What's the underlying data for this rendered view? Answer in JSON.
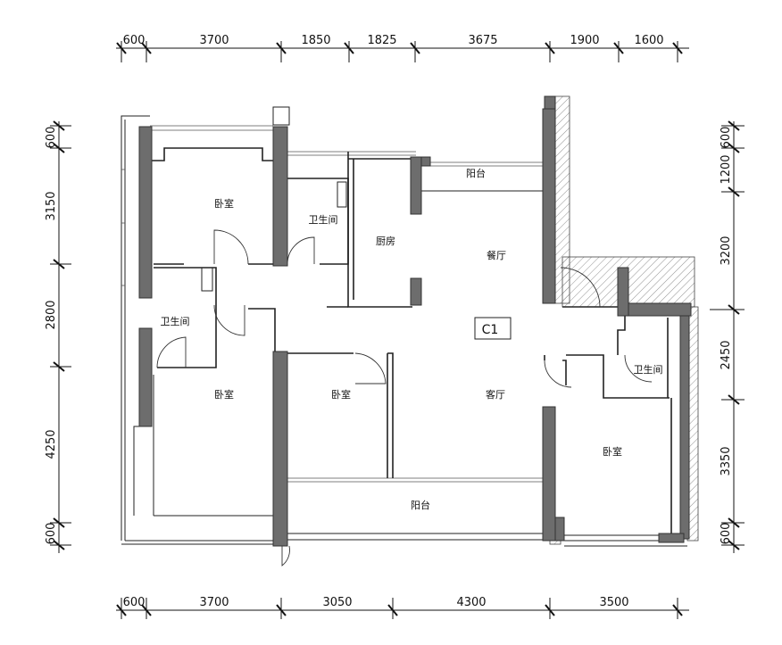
{
  "dimensions": {
    "top": [
      "600",
      "3700",
      "1850",
      "1825",
      "3675",
      "1900",
      "1600"
    ],
    "bottom": [
      "600",
      "3700",
      "3050",
      "4300",
      "3500"
    ],
    "left": [
      "600",
      "3150",
      "2800",
      "4250",
      "600"
    ],
    "right": [
      "600",
      "1200",
      "3200",
      "2450",
      "3350",
      "600"
    ]
  },
  "rooms": {
    "bedroom_nw": "卧室",
    "bathroom_n": "卫生间",
    "kitchen": "厨房",
    "balcony_n": "阳台",
    "dining": "餐厅",
    "bathroom_w": "卫生间",
    "bedroom_sw": "卧室",
    "bedroom_s": "卧室",
    "living": "客厅",
    "bathroom_e": "卫生间",
    "bedroom_se": "卧室",
    "balcony_s": "阳台"
  },
  "unit_label": "C1"
}
